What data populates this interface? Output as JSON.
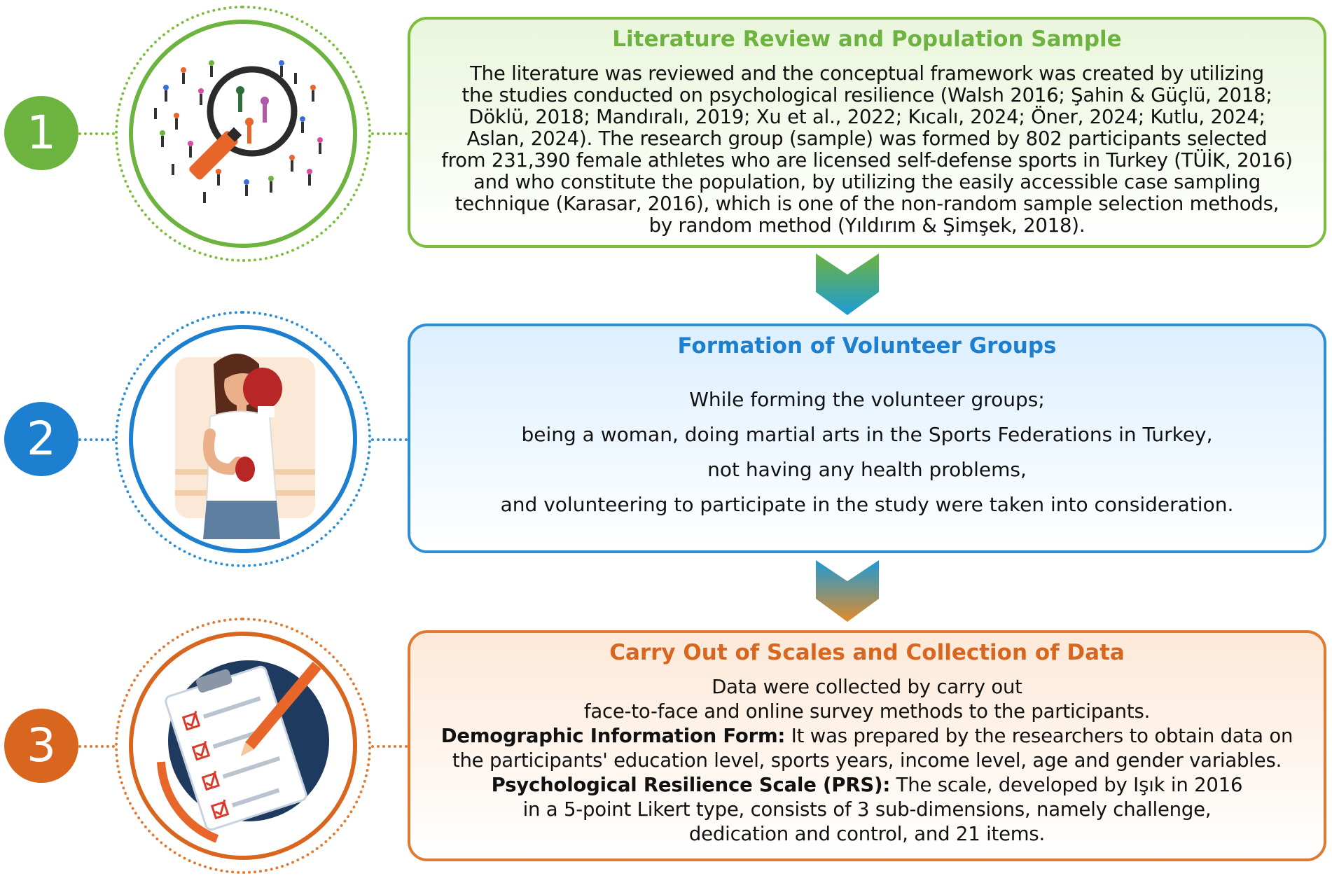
{
  "colors": {
    "step1": "#6db33f",
    "step2": "#1d7fcf",
    "step3": "#d9661f"
  },
  "steps": [
    {
      "number": "1",
      "icon": "magnifying-glass-crowd-icon",
      "title": "Literature Review and Population Sample",
      "lines": [
        "The literature was reviewed and the conceptual framework was created by utilizing",
        "the studies conducted on psychological resilience (Walsh 2016; Şahin & Güçlü, 2018;",
        "Döklü, 2018; Mandıralı, 2019; Xu et al., 2022; Kıcalı, 2024; Öner, 2024; Kutlu, 2024;",
        "Aslan, 2024). The research group (sample) was formed by 802 participants selected",
        "from 231,390 female athletes who are licensed self-defense sports in Turkey (TÜİK, 2016)",
        "and who constitute the population, by utilizing the easily accessible case sampling",
        "technique (Karasar, 2016), which is one of the non-random sample selection methods,",
        "by random method (Yıldırım & Şimşek, 2018)."
      ]
    },
    {
      "number": "2",
      "icon": "female-boxer-icon",
      "title": "Formation of Volunteer Groups",
      "lines": [
        "While forming the volunteer groups;",
        "being a woman, doing martial arts in the Sports Federations in Turkey,",
        "not having any health problems,",
        "and volunteering to participate in the study were taken into consideration."
      ]
    },
    {
      "number": "3",
      "icon": "clipboard-checklist-icon",
      "title": "Carry Out of Scales and Collection of Data",
      "line1": "Data were collected by carry out",
      "line2": "face-to-face and online survey methods to the participants.",
      "form_label": "Demographic Information Form:",
      "form_text1": " It was prepared by the researchers to obtain data on",
      "form_text2": "the participants' education level, sports years, income level, age and gender variables.",
      "scale_label": "Psychological Resilience Scale (PRS):",
      "scale_text1": " The scale, developed by Işık in 2016",
      "scale_text2": "in a 5-point Likert type, consists of 3 sub-dimensions, namely challenge,",
      "scale_text3": "dedication and control, and 21 items."
    }
  ]
}
